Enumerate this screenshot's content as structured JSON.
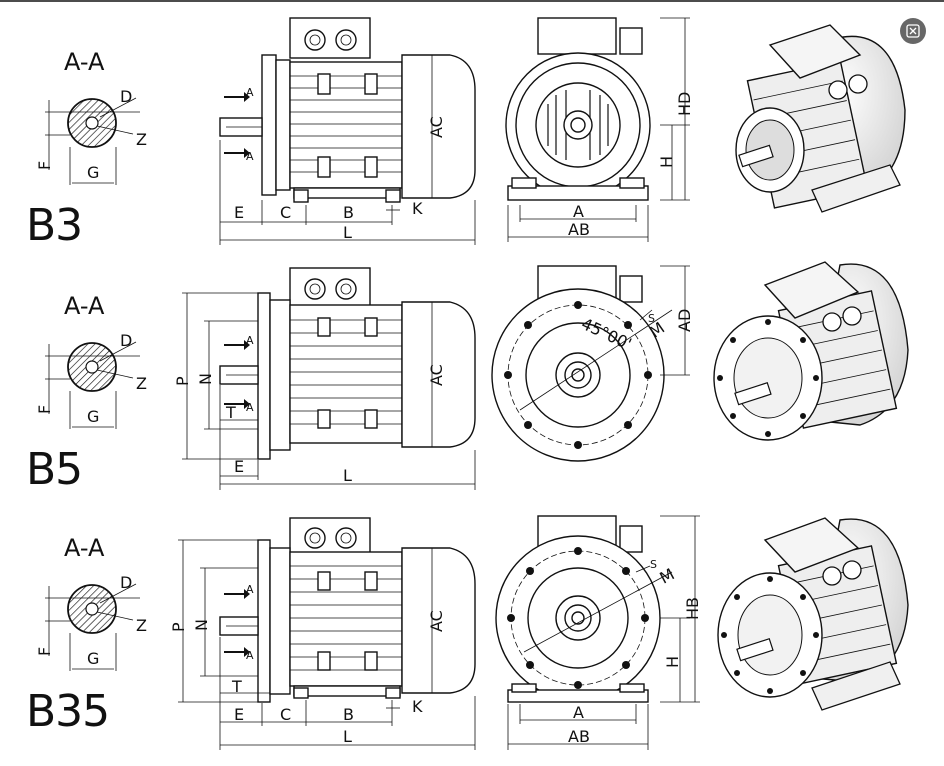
{
  "rows": [
    {
      "id": "b3",
      "mount": "B3",
      "section": "A-A",
      "shaft_labels": [
        "D",
        "Z",
        "F",
        "G"
      ],
      "marker": "A",
      "side_dims": [
        "E",
        "C",
        "B",
        "K",
        "L",
        "AC"
      ],
      "end_dims": [
        "A",
        "AB",
        "H",
        "HD"
      ]
    },
    {
      "id": "b5",
      "mount": "B5",
      "section": "A-A",
      "shaft_labels": [
        "D",
        "Z",
        "F",
        "G"
      ],
      "marker": "A",
      "side_dims": [
        "P",
        "N",
        "T",
        "E",
        "L",
        "AC"
      ],
      "end_dims": [
        "S",
        "M",
        "AD"
      ],
      "angle": "45°00'"
    },
    {
      "id": "b35",
      "mount": "B35",
      "section": "A-A",
      "shaft_labels": [
        "D",
        "Z",
        "F",
        "G"
      ],
      "marker": "A",
      "side_dims": [
        "P",
        "N",
        "T",
        "E",
        "C",
        "B",
        "K",
        "L",
        "AC"
      ],
      "end_dims": [
        "S",
        "M",
        "H",
        "HB",
        "A",
        "AB"
      ]
    }
  ],
  "ui": {
    "search_icon": "visual-search-icon"
  }
}
